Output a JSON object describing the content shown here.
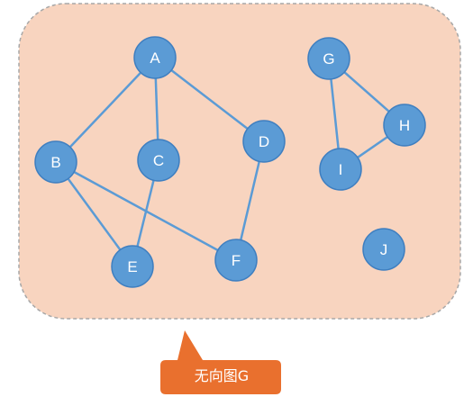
{
  "graph": {
    "nodes": [
      {
        "id": "A",
        "label": "A"
      },
      {
        "id": "B",
        "label": "B"
      },
      {
        "id": "C",
        "label": "C"
      },
      {
        "id": "D",
        "label": "D"
      },
      {
        "id": "E",
        "label": "E"
      },
      {
        "id": "F",
        "label": "F"
      },
      {
        "id": "G",
        "label": "G"
      },
      {
        "id": "H",
        "label": "H"
      },
      {
        "id": "I",
        "label": "I"
      },
      {
        "id": "J",
        "label": "J"
      }
    ],
    "edges": [
      [
        "A",
        "B"
      ],
      [
        "A",
        "C"
      ],
      [
        "A",
        "D"
      ],
      [
        "B",
        "E"
      ],
      [
        "B",
        "F"
      ],
      [
        "C",
        "E"
      ],
      [
        "D",
        "F"
      ],
      [
        "G",
        "H"
      ],
      [
        "G",
        "I"
      ],
      [
        "H",
        "I"
      ]
    ]
  },
  "callout": {
    "text": "无向图G"
  },
  "colors": {
    "panel_fill": "#f8d4bf",
    "panel_border": "#a7a7a7",
    "node_fill": "#5b9bd5",
    "node_stroke": "#3f7fc0",
    "edge": "#5b9bd5",
    "callout_fill": "#e9702e"
  }
}
